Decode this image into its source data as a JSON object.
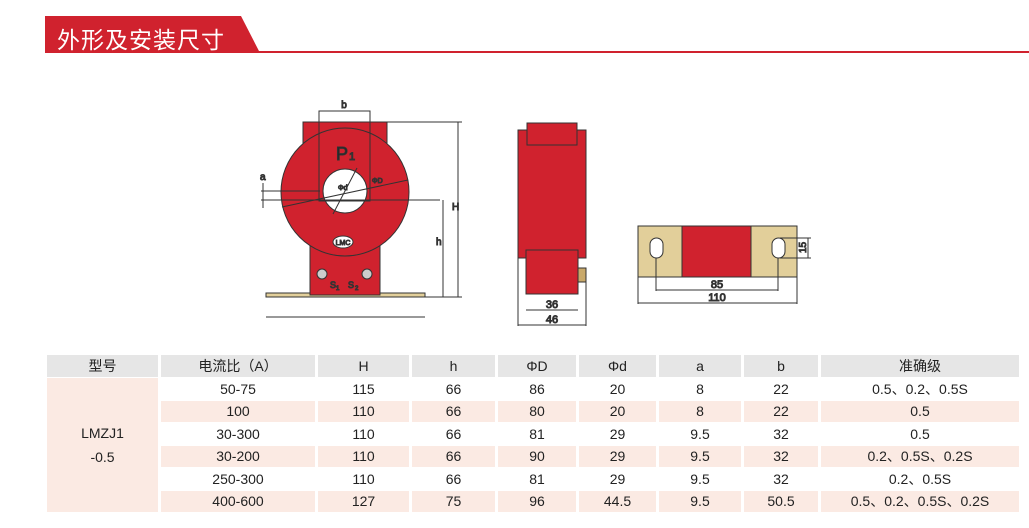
{
  "section_title": "外形及安装尺寸",
  "drawing": {
    "front": {
      "p1": "P",
      "p1_sub": "1",
      "b": "b",
      "a": "a",
      "phi_d": "Φd",
      "phi_D": "ΦD",
      "H": "H",
      "h": "h",
      "logo": "LMC",
      "s1": "S",
      "s1_sub": "1",
      "s2": "S",
      "s2_sub": "2"
    },
    "side": {
      "dim_inner": "36",
      "dim_outer": "46"
    },
    "bottom": {
      "dim_slot_spacing": "85",
      "dim_length": "110",
      "dim_slot": "15"
    }
  },
  "colors": {
    "accent": "#d0222e",
    "tan": "#e2cf9a",
    "row_alt": "#fbeae3",
    "header": "#e6e6e6"
  },
  "table": {
    "headers": [
      "型号",
      "电流比（A）",
      "H",
      "h",
      "ΦD",
      "Φd",
      "a",
      "b",
      "准确级"
    ],
    "model_line1": "LMZJ1",
    "model_line2": "-0.5",
    "rows": [
      [
        "50-75",
        "115",
        "66",
        "86",
        "20",
        "8",
        "22",
        "0.5、0.2、0.5S"
      ],
      [
        "100",
        "110",
        "66",
        "80",
        "20",
        "8",
        "22",
        "0.5"
      ],
      [
        "30-300",
        "110",
        "66",
        "81",
        "29",
        "9.5",
        "32",
        "0.5"
      ],
      [
        "30-200",
        "110",
        "66",
        "90",
        "29",
        "9.5",
        "32",
        "0.2、0.5S、0.2S"
      ],
      [
        "250-300",
        "110",
        "66",
        "81",
        "29",
        "9.5",
        "32",
        "0.2、0.5S"
      ],
      [
        "400-600",
        "127",
        "75",
        "96",
        "44.5",
        "9.5",
        "50.5",
        "0.5、0.2、0.5S、0.2S"
      ]
    ]
  }
}
